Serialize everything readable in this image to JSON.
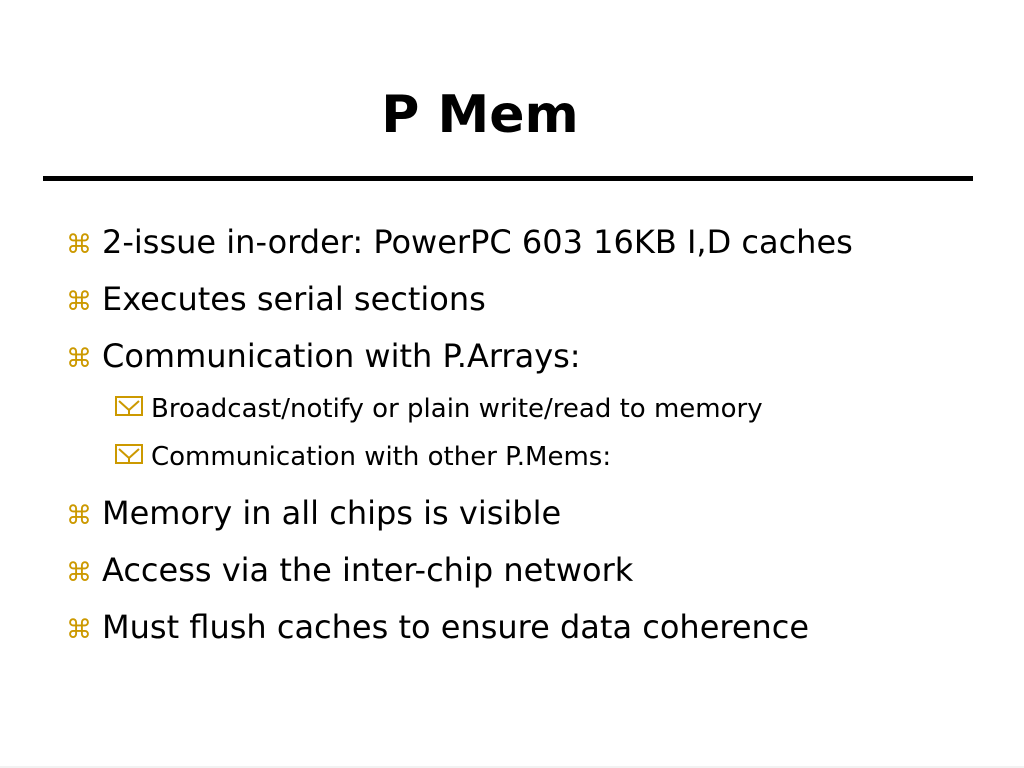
{
  "slide": {
    "title": "P Mem",
    "bullets": [
      {
        "level": 1,
        "icon": "command-key-icon",
        "text": "2-issue in-order: PowerPC 603 16KB I,D caches"
      },
      {
        "level": 1,
        "icon": "command-key-icon",
        "text": "Executes serial sections"
      },
      {
        "level": 1,
        "icon": "command-key-icon",
        "text": "Communication with P.Arrays:"
      },
      {
        "level": 2,
        "icon": "checkbox-y-icon",
        "text": "Broadcast/notify or plain write/read to memory"
      },
      {
        "level": 2,
        "icon": "checkbox-y-icon",
        "text": "Communication with other P.Mems:"
      },
      {
        "level": 1,
        "icon": "command-key-icon",
        "text": "Memory in all chips is visible"
      },
      {
        "level": 1,
        "icon": "command-key-icon",
        "text": "Access via the inter-chip network"
      },
      {
        "level": 1,
        "icon": "command-key-icon",
        "text": "Must flush caches to ensure data coherence"
      }
    ],
    "colors": {
      "bullet": "#CC9900",
      "text": "#000000",
      "rule": "#000000",
      "background": "#ffffff"
    }
  }
}
